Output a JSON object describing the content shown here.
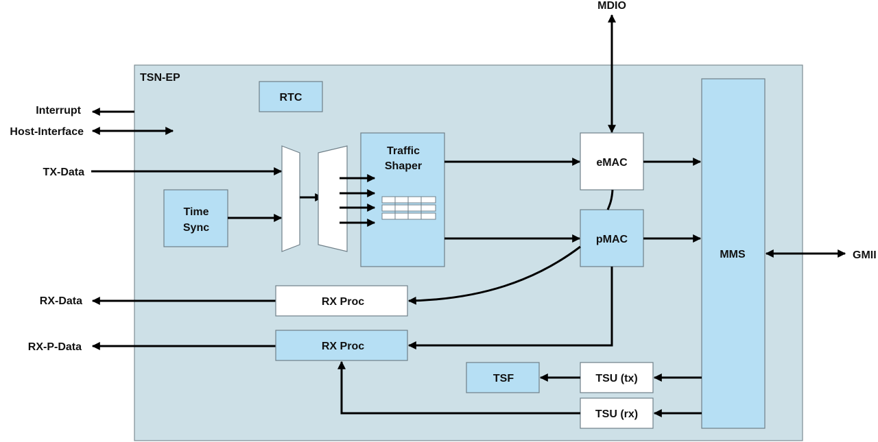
{
  "diagram": {
    "container": {
      "label": "TSN-EP"
    },
    "external": {
      "interrupt": "Interrupt",
      "host_interface": "Host-Interface",
      "tx_data": "TX-Data",
      "rx_data": "RX-Data",
      "rx_p_data": "RX-P-Data",
      "mdio": "MDIO",
      "gmii": "GMII"
    },
    "blocks": {
      "rtc": "RTC",
      "time_sync_line1": "Time",
      "time_sync_line2": "Sync",
      "traffic_shaper_line1": "Traffic",
      "traffic_shaper_line2": "Shaper",
      "emac": "eMAC",
      "pmac": "pMAC",
      "mms": "MMS",
      "rx_proc_express": "RX Proc",
      "rx_proc_preempt": "RX Proc",
      "tsf": "TSF",
      "tsu_tx": "TSU (tx)",
      "tsu_rx": "TSU (rx)"
    },
    "colors": {
      "container_fill": "#cde0e7",
      "block_blue": "#b6dff4",
      "block_white": "#ffffff"
    }
  }
}
